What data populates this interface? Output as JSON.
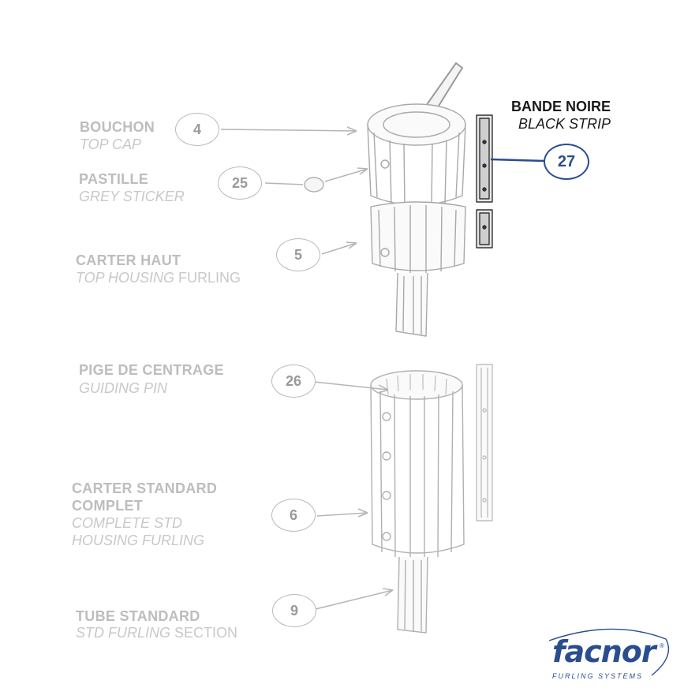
{
  "parts": [
    {
      "id": "bouchon",
      "number": "4",
      "label_fr": "BOUCHON",
      "label_en": "TOP CAP",
      "label_en_suffix": ""
    },
    {
      "id": "pastille",
      "number": "25",
      "label_fr": "PASTILLE",
      "label_en": "GREY STICKER",
      "label_en_suffix": ""
    },
    {
      "id": "carter-haut",
      "number": "5",
      "label_fr": "CARTER HAUT",
      "label_en": "TOP HOUSING",
      "label_en_suffix": " FURLING"
    },
    {
      "id": "pige",
      "number": "26",
      "label_fr": "PIGE DE CENTRAGE",
      "label_en": "GUIDING PIN",
      "label_en_suffix": ""
    },
    {
      "id": "carter-standard",
      "number": "6",
      "label_fr_line1": "CARTER STANDARD",
      "label_fr_line2": "COMPLET",
      "label_en_line1": "COMPLETE STD",
      "label_en_line2": "HOUSING FURLING"
    },
    {
      "id": "tube-standard",
      "number": "9",
      "label_fr": "TUBE STANDARD",
      "label_en": "STD FURLING",
      "label_en_suffix": " SECTION"
    }
  ],
  "highlighted": {
    "number": "27",
    "label_fr": "BANDE NOIRE",
    "label_en": "BLACK STRIP"
  },
  "logo": {
    "name": "facnor",
    "registered": "®",
    "tagline": "FURLING SYSTEMS"
  },
  "colors": {
    "accent": "#2a4d8f",
    "faded_text": "#bdbdbd",
    "drawing_line": "#9a9a9a",
    "highlight_text": "#1a1a1a"
  }
}
